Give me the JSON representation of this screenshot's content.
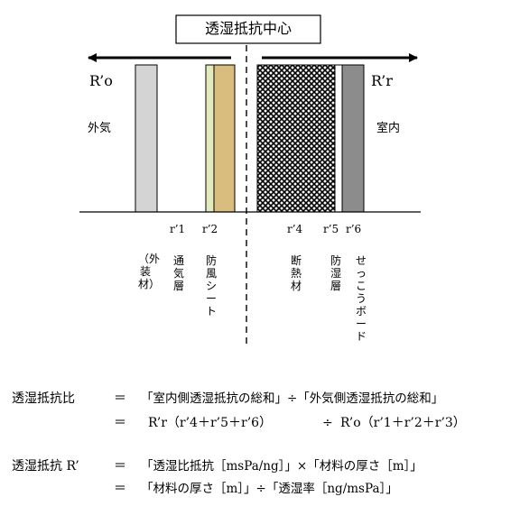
{
  "title": "透湿抵抗中心",
  "left_symbol": "R’o",
  "right_symbol": "R’r",
  "outside_label": "外気",
  "inside_label": "室内",
  "layer_codes": [
    "r’1",
    "r’2",
    "r’4",
    "r’5",
    "r’6"
  ],
  "layers": {
    "exterior": "（外装材）",
    "air_layer": "通気層",
    "wind_sheet": "防風シート",
    "insulation": "断熱材",
    "vapor_barrier": "防湿層",
    "gypsum_board": "せっこうボード"
  },
  "colors": {
    "exterior_fill": "#d4d4d4",
    "sheet_fill": "#e3ebbe",
    "sheet2_fill": "#d8bd7e",
    "board_fill": "#8c8c8c"
  },
  "equations": {
    "ratio_label": "透湿抵抗比",
    "ratio_line1": "「室内側透湿抵抗の総和」÷「外気側透湿抵抗の総和」",
    "ratio_line2_left": "R’r（r’4＋r’5＋r’6）",
    "ratio_line2_right": "R’o（r’1＋r’2＋r’3）",
    "resist_label": "透湿抵抗 R’",
    "resist_line1": "「透湿比抵抗［msPa/ng］」×「材料の厚さ［m］」",
    "resist_line2": "「材料の厚さ［m］」÷「透湿率［ng/msPa］」",
    "equals": "＝",
    "divide": "÷"
  }
}
